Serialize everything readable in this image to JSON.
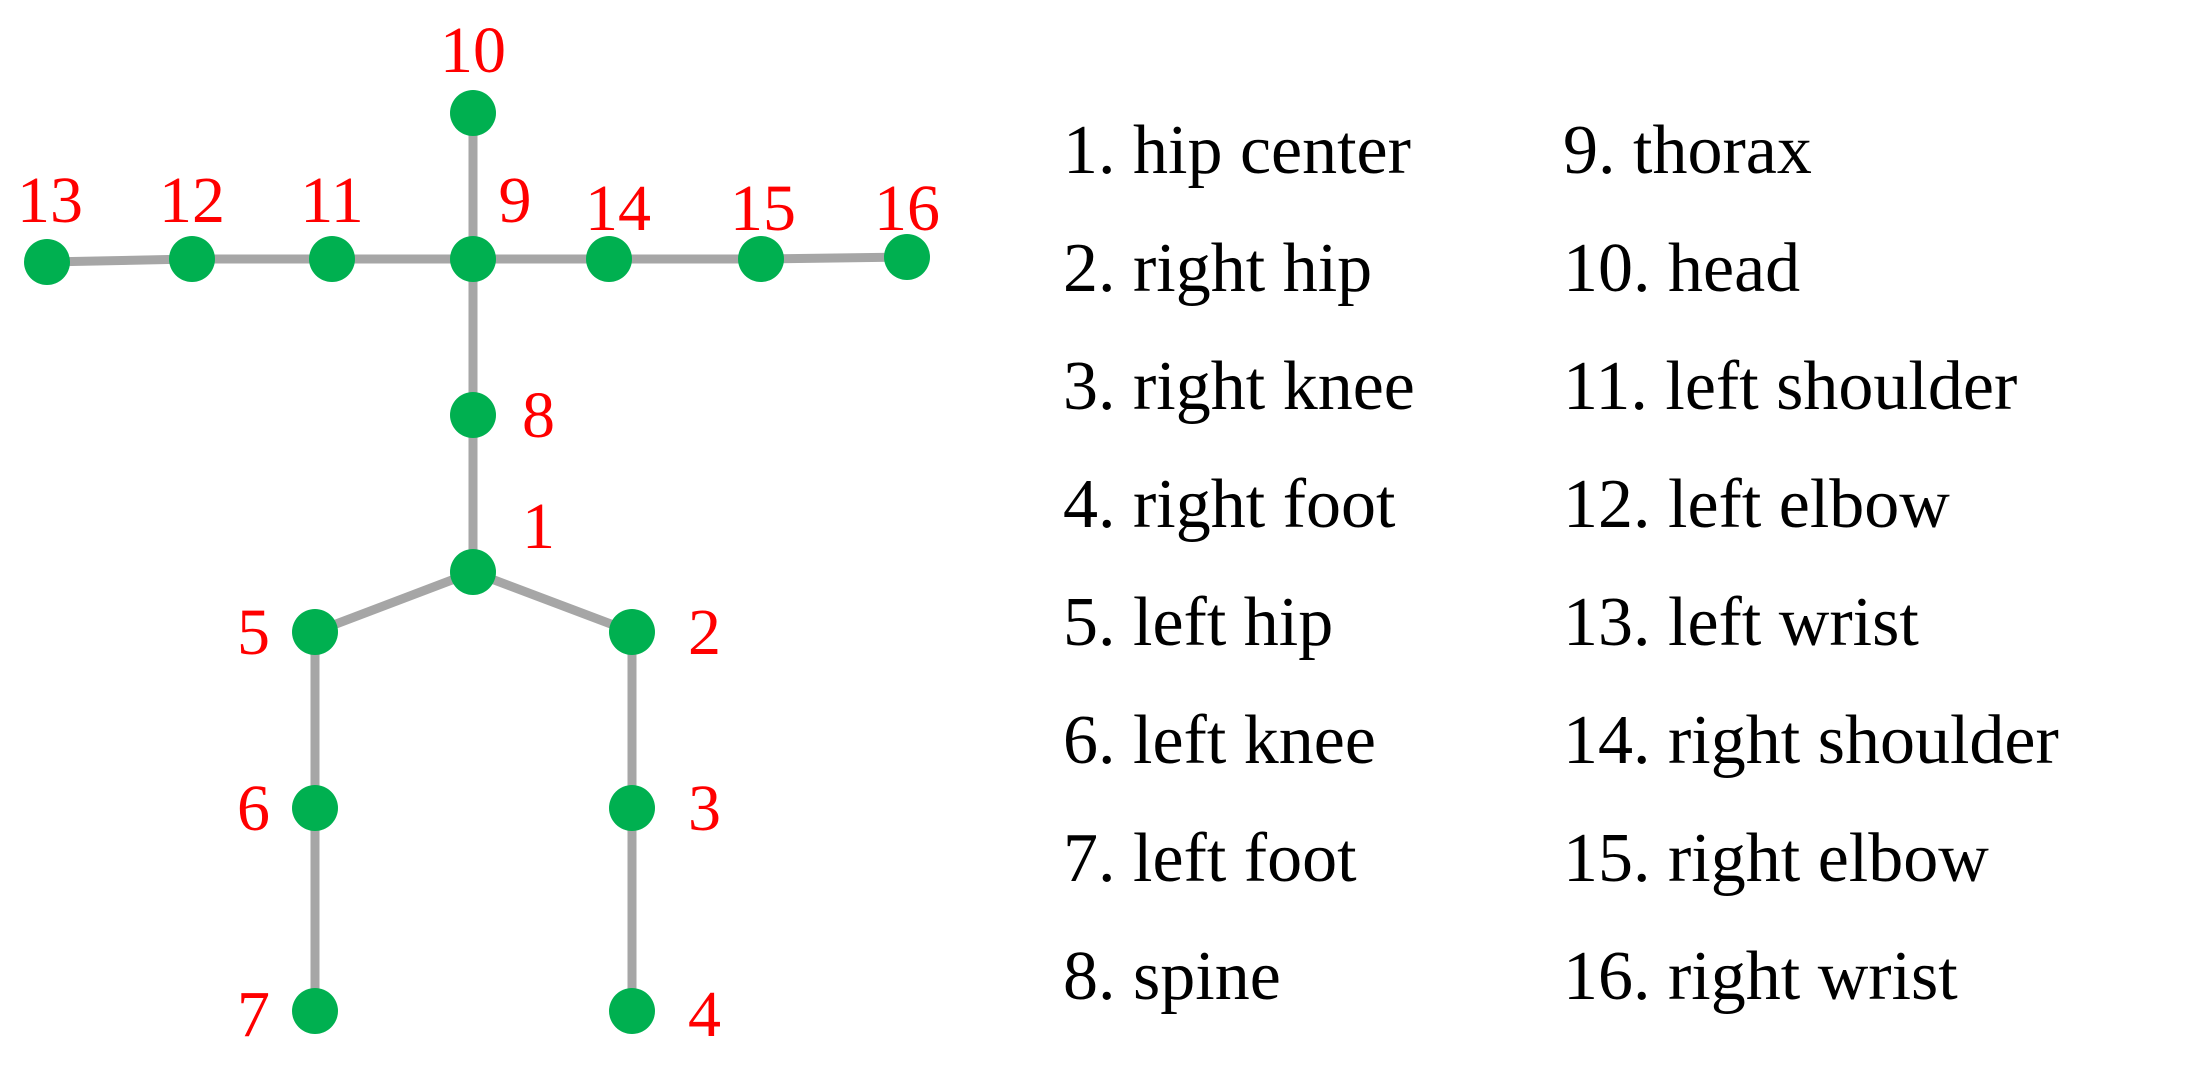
{
  "diagram": {
    "joints": [
      {
        "id": "1",
        "name": "hip center"
      },
      {
        "id": "2",
        "name": "right hip"
      },
      {
        "id": "3",
        "name": "right knee"
      },
      {
        "id": "4",
        "name": "right foot"
      },
      {
        "id": "5",
        "name": "left hip"
      },
      {
        "id": "6",
        "name": "left knee"
      },
      {
        "id": "7",
        "name": "left foot"
      },
      {
        "id": "8",
        "name": "spine"
      },
      {
        "id": "9",
        "name": "thorax"
      },
      {
        "id": "10",
        "name": "head"
      },
      {
        "id": "11",
        "name": "left shoulder"
      },
      {
        "id": "12",
        "name": "left elbow"
      },
      {
        "id": "13",
        "name": "left wrist"
      },
      {
        "id": "14",
        "name": "right shoulder"
      },
      {
        "id": "15",
        "name": "right elbow"
      },
      {
        "id": "16",
        "name": "right wrist"
      }
    ],
    "bones": [
      [
        "10",
        "9"
      ],
      [
        "9",
        "8"
      ],
      [
        "8",
        "1"
      ],
      [
        "9",
        "11"
      ],
      [
        "11",
        "12"
      ],
      [
        "12",
        "13"
      ],
      [
        "9",
        "14"
      ],
      [
        "14",
        "15"
      ],
      [
        "15",
        "16"
      ],
      [
        "1",
        "5"
      ],
      [
        "5",
        "6"
      ],
      [
        "6",
        "7"
      ],
      [
        "1",
        "2"
      ],
      [
        "2",
        "3"
      ],
      [
        "3",
        "4"
      ]
    ],
    "legend": [
      "1. hip center",
      "2. right hip",
      "3. right knee",
      "4. right foot",
      "5. left hip",
      "6. left knee",
      "7. left foot",
      "8. spine",
      "9. thorax",
      "10. head",
      "11. left shoulder",
      "12. left elbow",
      "13. left wrist",
      "14. right shoulder",
      "15. right elbow",
      "16. right wrist"
    ],
    "colors": {
      "joint": "#00b050",
      "bone": "#a6a6a6",
      "joint_label": "#ff0000",
      "legend_text": "#000000"
    }
  }
}
